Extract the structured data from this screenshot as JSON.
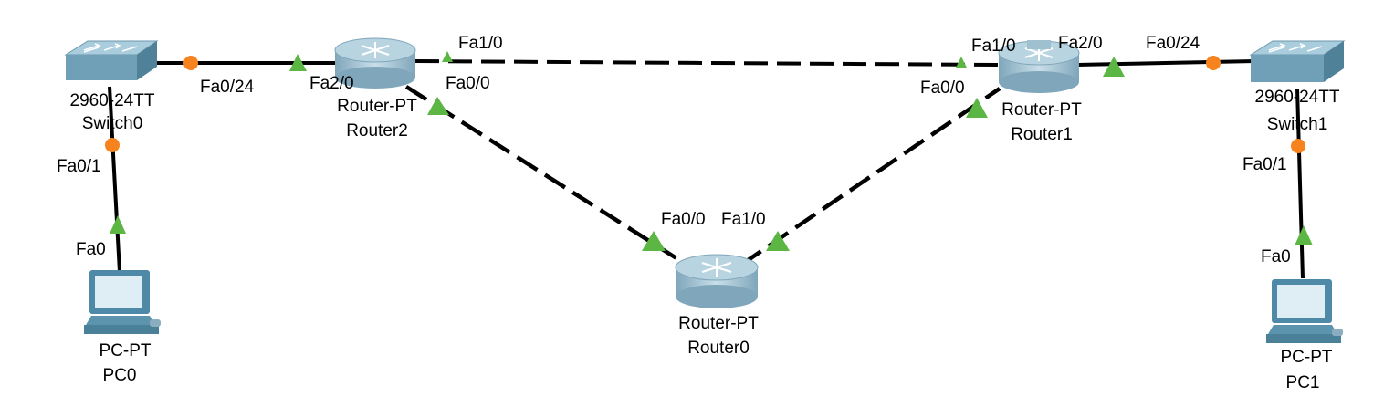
{
  "colors": {
    "link": "#000000",
    "port_up": "#5bb644",
    "port_amber": "#f7831e",
    "router_body": "#8fb4c6",
    "router_top": "#c6dde8",
    "switch_body": "#6f9db3",
    "switch_top": "#9cc3d5",
    "pc_body": "#4e8aa7",
    "pc_screen": "#dfeef5"
  },
  "devices": {
    "switch0": {
      "icon": "switch-icon",
      "model": "2960-24TT",
      "name": "Switch0"
    },
    "router2": {
      "icon": "router-icon",
      "model": "Router-PT",
      "name": "Router2"
    },
    "router1": {
      "icon": "router-icon",
      "model": "Router-PT",
      "name": "Router1"
    },
    "router0": {
      "icon": "router-icon",
      "model": "Router-PT",
      "name": "Router0"
    },
    "switch1": {
      "icon": "switch-icon",
      "model": "2960-24TT",
      "name": "Switch1"
    },
    "pc0": {
      "icon": "pc-icon",
      "model": "PC-PT",
      "name": "PC0"
    },
    "pc1": {
      "icon": "pc-icon",
      "model": "PC-PT",
      "name": "PC1"
    }
  },
  "ports": {
    "sw0_fa024": "Fa0/24",
    "sw0_fa01": "Fa0/1",
    "pc0_fa0": "Fa0",
    "r2_fa20": "Fa2/0",
    "r2_fa10": "Fa1/0",
    "r2_fa00": "Fa0/0",
    "r1_fa10": "Fa1/0",
    "r1_fa20": "Fa2/0",
    "r1_fa00": "Fa0/0",
    "r0_fa00": "Fa0/0",
    "r0_fa10": "Fa1/0",
    "sw1_fa024": "Fa0/24",
    "sw1_fa01": "Fa0/1",
    "pc1_fa0": "Fa0"
  },
  "links": [
    {
      "id": "link-switch0-router2",
      "style": "solid"
    },
    {
      "id": "link-switch0-pc0",
      "style": "solid"
    },
    {
      "id": "link-router2-router1",
      "style": "dashed"
    },
    {
      "id": "link-router2-router0",
      "style": "dashed"
    },
    {
      "id": "link-router0-router1",
      "style": "dashed"
    },
    {
      "id": "link-router1-switch1",
      "style": "solid"
    },
    {
      "id": "link-switch1-pc1",
      "style": "solid"
    }
  ]
}
